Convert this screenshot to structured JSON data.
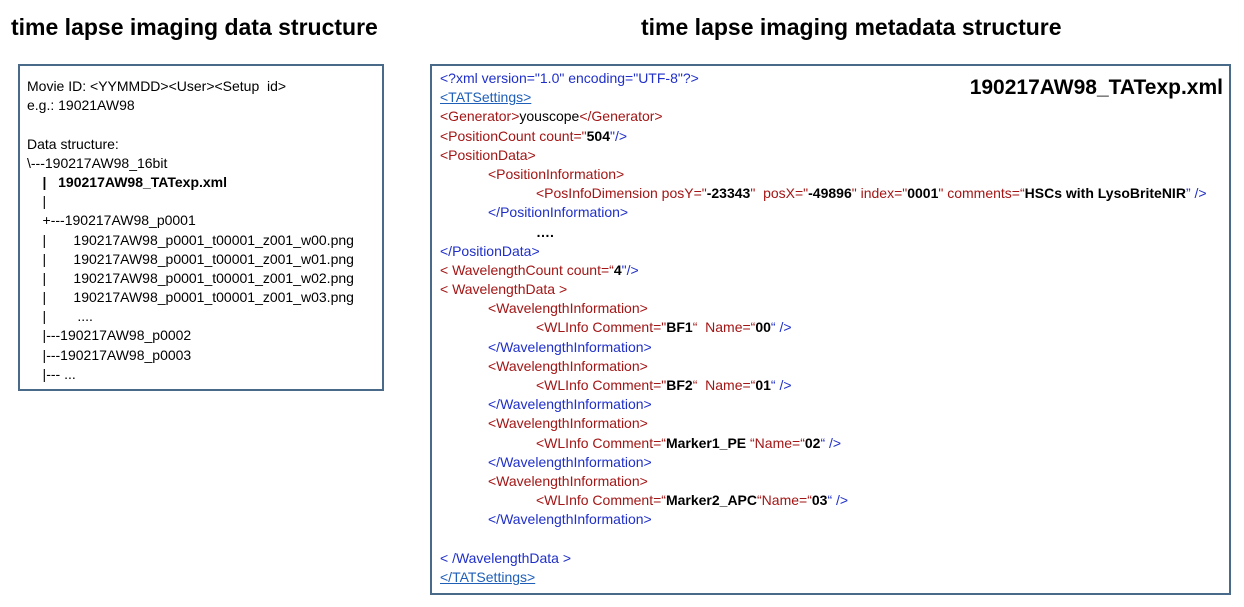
{
  "headings": {
    "left": "time lapse imaging data structure",
    "right": "time lapse imaging metadata structure"
  },
  "data_structure": {
    "lines": [
      "Movie ID: <YYMMDD><User><Setup  id>",
      "e.g.: 19021AW98",
      "",
      "Data structure:",
      "\\---190217AW98_16bit",
      "    |   190217AW98_TATexp.xml",
      "    |",
      "    +---190217AW98_p0001",
      "    |       190217AW98_p0001_t00001_z001_w00.png",
      "    |       190217AW98_p0001_t00001_z001_w01.png",
      "    |       190217AW98_p0001_t00001_z001_w02.png",
      "    |       190217AW98_p0001_t00001_z001_w03.png",
      "    |        ....",
      "    |---190217AW98_p0002",
      "    |---190217AW98_p0003",
      "    |--- ..."
    ]
  },
  "metadata": {
    "file_name": "190217AW98_TATexp.xml",
    "xml_decl": "<?xml version=\"1.0\" encoding=\"UTF-8\"?>",
    "tat_open": "<TATSettings>",
    "gen_open": "<Generator>",
    "gen_value": "youscope",
    "gen_close": "</Generator>",
    "poscount_open": "<PositionCount count=\"",
    "poscount_value": "504",
    "poscount_close": "\"/>",
    "posdata_open": "<PositionData>",
    "posinfo_open": "<PositionInformation>",
    "posdim_tag": "<PosInfoDimension posY=\"",
    "posY": "-23343",
    "posX_attr": "\"  posX=\"",
    "posX": "-49896",
    "index_attr": "\" index=\"",
    "index": "0001",
    "comments_attr": "\" comments=“",
    "comments": "HSCs with LysoBriteNIR",
    "posdim_close": "” />",
    "posinfo_close": "</PositionInformation>",
    "ellipsis": "….",
    "posdata_close": "</PositionData>",
    "wlcount_open": "< WavelengthCount count=“",
    "wlcount_value": "4",
    "wlcount_close": "\"/>",
    "wldata_open": "< WavelengthData >",
    "wlinfo_open": "<WavelengthInformation>",
    "wlinfo_close": "</WavelengthInformation>",
    "wl_tag": "<WLInfo Comment=",
    "wl_entries": [
      {
        "c_pre": "\"",
        "comment": "BF1",
        "mid": "“  Name=“",
        "name": "00",
        "end": "“ />"
      },
      {
        "c_pre": "\"",
        "comment": "BF2",
        "mid": "“  Name=“",
        "name": "01",
        "end": "“ />"
      },
      {
        "c_pre": "“",
        "comment": "Marker1_PE",
        "mid": " “Name=“",
        "name": "02",
        "end": "“ />"
      },
      {
        "c_pre": "“",
        "comment": "Marker2_APC",
        "mid": "“Name=“",
        "name": "03",
        "end": "“ />"
      }
    ],
    "wldata_close": "< /WavelengthData >",
    "tat_close": "</TATSettings>"
  }
}
